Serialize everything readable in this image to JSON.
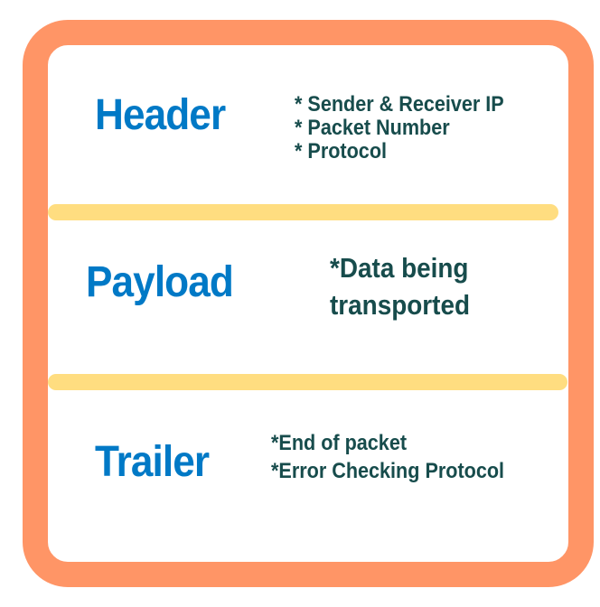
{
  "sections": [
    {
      "title": "Header",
      "bullets": [
        "* Sender & Receiver IP",
        "* Packet Number",
        "* Protocol"
      ]
    },
    {
      "title": "Payload",
      "bullets": [
        "*Data being",
        "transported"
      ]
    },
    {
      "title": "Trailer",
      "bullets": [
        "*End of packet",
        "*Error Checking Protocol"
      ]
    }
  ],
  "colors": {
    "border": "#ff9566",
    "divider": "#ffdd80",
    "title": "#0079c6",
    "text": "#174c4c"
  }
}
